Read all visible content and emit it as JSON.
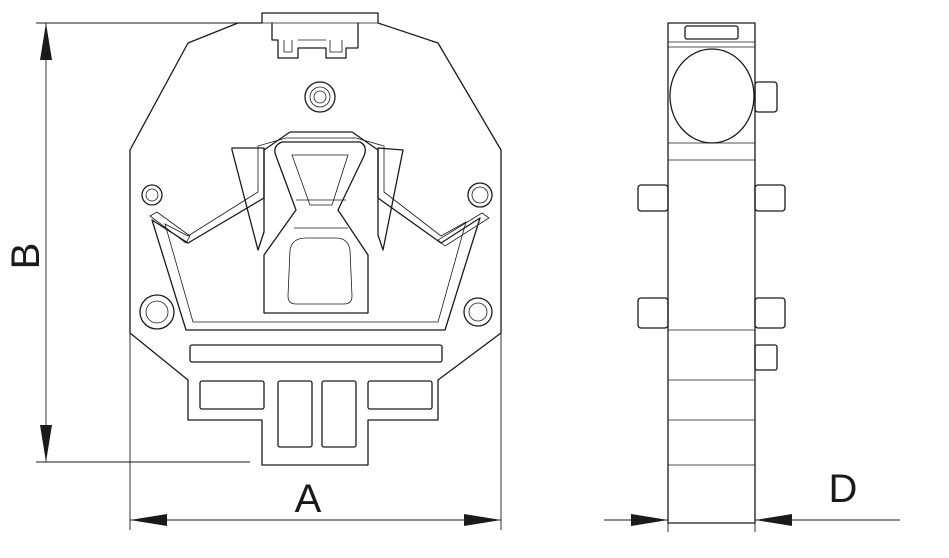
{
  "dimension_labels": {
    "a": "A",
    "b": "B",
    "d": "D"
  },
  "colors": {
    "line": "#1a1a1a",
    "background": "#ffffff"
  }
}
